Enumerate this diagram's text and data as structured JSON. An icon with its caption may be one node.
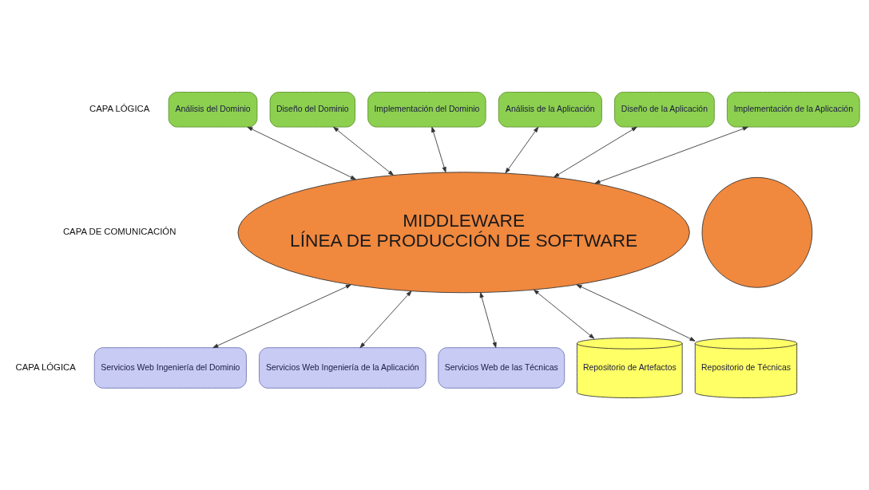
{
  "diagram": {
    "nodes": [
      {
        "text": [
          "Análisis del Dominio"
        ]
      },
      {
        "text": [
          "Diseño del Dominio"
        ]
      },
      {
        "text": [
          "Implementación del Dominio"
        ]
      },
      {
        "text": [
          "Análisis de la Aplicación"
        ]
      },
      {
        "text": [
          "Diseño de la Aplicación"
        ]
      },
      {
        "text": [
          "Implementación de la Aplicación"
        ]
      },
      {
        "text": [
          "MIDDLEWARE",
          "LÍNEA DE PRODUCCIÓN DE SOFTWARE"
        ]
      },
      {
        "text": [],
        "shape": "circle"
      },
      {
        "text": [
          "Servicios Web Ingeniería del Dominio"
        ]
      },
      {
        "text": [
          "Servicios Web Ingeniería de la Aplicación"
        ]
      },
      {
        "text": [
          "Servicios Web de las Técnicas"
        ]
      },
      {
        "text": [
          "Repositorio de Artefactos"
        ]
      },
      {
        "text": [
          "Repositorio de Técnicas"
        ]
      }
    ],
    "edges": [
      {
        "from": 0,
        "to": 6,
        "arrow": "both"
      },
      {
        "from": 1,
        "to": 6,
        "arrow": "both"
      },
      {
        "from": 2,
        "to": 6,
        "arrow": "both"
      },
      {
        "from": 3,
        "to": 6,
        "arrow": "both"
      },
      {
        "from": 4,
        "to": 6,
        "arrow": "both"
      },
      {
        "from": 5,
        "to": 6,
        "arrow": "both"
      },
      {
        "from": 6,
        "to": 8,
        "arrow": "both"
      },
      {
        "from": 6,
        "to": 9,
        "arrow": "both"
      },
      {
        "from": 6,
        "to": 10,
        "arrow": "both"
      },
      {
        "from": 6,
        "to": 11,
        "arrow": "both"
      },
      {
        "from": 6,
        "to": 12,
        "arrow": "both"
      }
    ],
    "labels": [
      "CAPA LÓGICA",
      "CAPA DE COMUNICACIÓN",
      "CAPA LÓGICA"
    ]
  }
}
